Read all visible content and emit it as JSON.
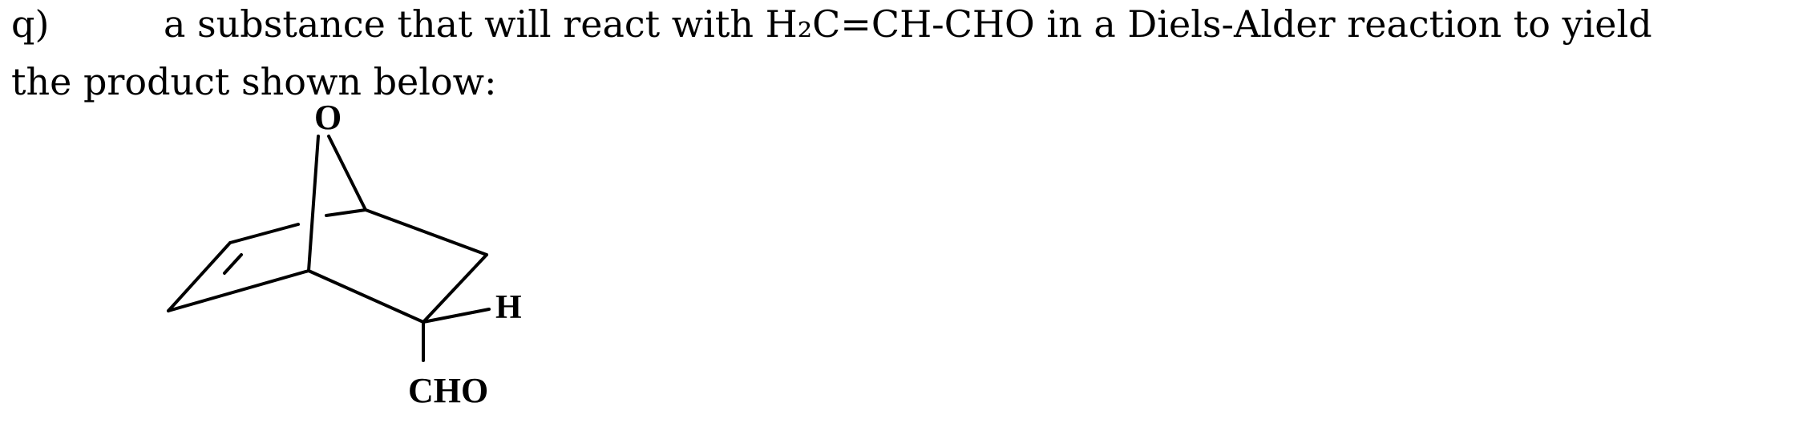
{
  "question": {
    "label": "q)",
    "line1_text": "a substance that will react with H₂C=CH-CHO in a Diels-Alder reaction to yield",
    "line2_text": "the product shown below:"
  },
  "structure": {
    "atom_oxygen": "O",
    "atom_hydrogen": "H",
    "group_aldehyde": "CHO"
  }
}
